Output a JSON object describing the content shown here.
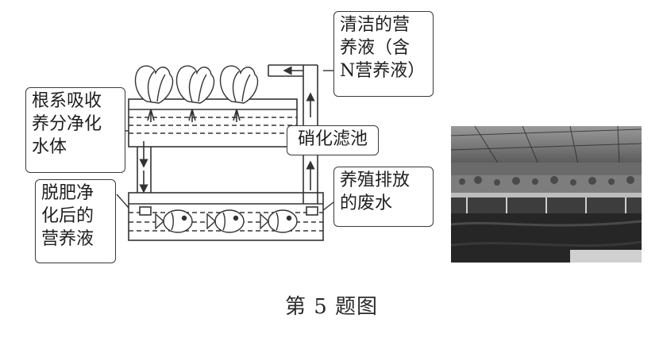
{
  "diagram": {
    "labels": {
      "clean_nutrient": "清洁的营\n养液（含\nN营养液）",
      "root_purify": "根系吸收\n养分净化\n水体",
      "nitrification": "硝化滤池",
      "denitrified": "脱肥净\n化后的\n营养液",
      "wastewater": "养殖排放\n的废水"
    },
    "icons": {
      "plants": [
        "lettuce-icon",
        "lettuce-icon",
        "lettuce-icon"
      ],
      "fish": [
        "fish-icon",
        "fish-icon",
        "fish-icon"
      ]
    }
  },
  "photo": {
    "subject": "greenhouse-photo"
  },
  "caption": "第 5 题图"
}
